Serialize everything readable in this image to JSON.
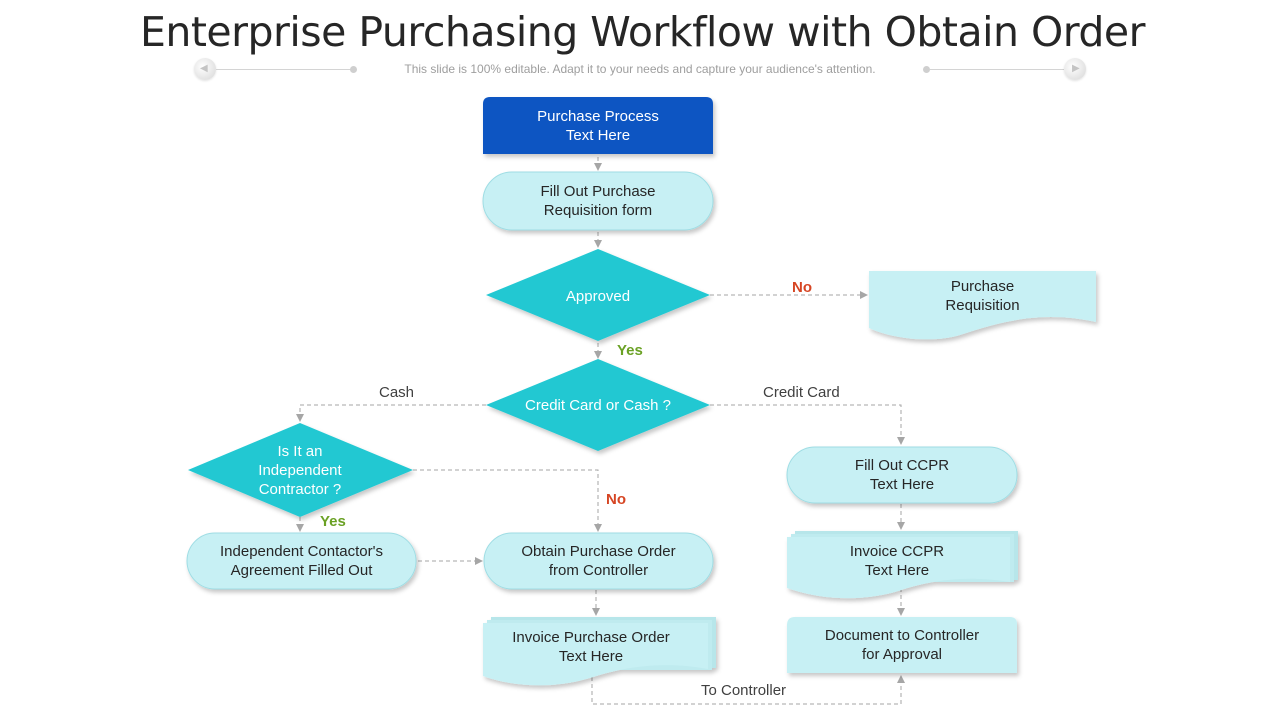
{
  "header": {
    "title": "Enterprise Purchasing Workflow with Obtain Order",
    "subtitle": "This slide is 100% editable. Adapt it to your needs and capture your audience's attention.",
    "prev_icon": "triangle-left-icon",
    "next_icon": "triangle-right-icon"
  },
  "colors": {
    "start_box": "#0a55c2",
    "decision": "#24c8d2",
    "process": "#c7f0f4",
    "process_border": "#9fdde4",
    "connector": "#a6a6a6",
    "yes": "#6aa124",
    "no": "#d64523"
  },
  "nodes": {
    "start": "Purchase Process\nText Here",
    "fill_requisition": "Fill Out Purchase\nRequisition form",
    "approved": "Approved",
    "purchase_requisition": "Purchase\nRequisition",
    "payment_type": "Credit Card or Cash ?",
    "independent_contractor": "Is It an\nIndependent\nContractor ?",
    "contractor_agreement": "Independent  Contactor's\nAgreement Filled Out",
    "obtain_po": "Obtain Purchase Order\nfrom Controller",
    "invoice_po": "Invoice  Purchase Order\nText Here",
    "fill_ccpr": "Fill Out CCPR\nText Here",
    "invoice_ccpr": "Invoice  CCPR\nText Here",
    "document_controller": "Document to Controller\nfor Approval"
  },
  "labels": {
    "approved_no": "No",
    "approved_yes": "Yes",
    "cash": "Cash",
    "credit_card": "Credit Card",
    "contractor_yes": "Yes",
    "contractor_no": "No",
    "to_controller": "To Controller"
  }
}
